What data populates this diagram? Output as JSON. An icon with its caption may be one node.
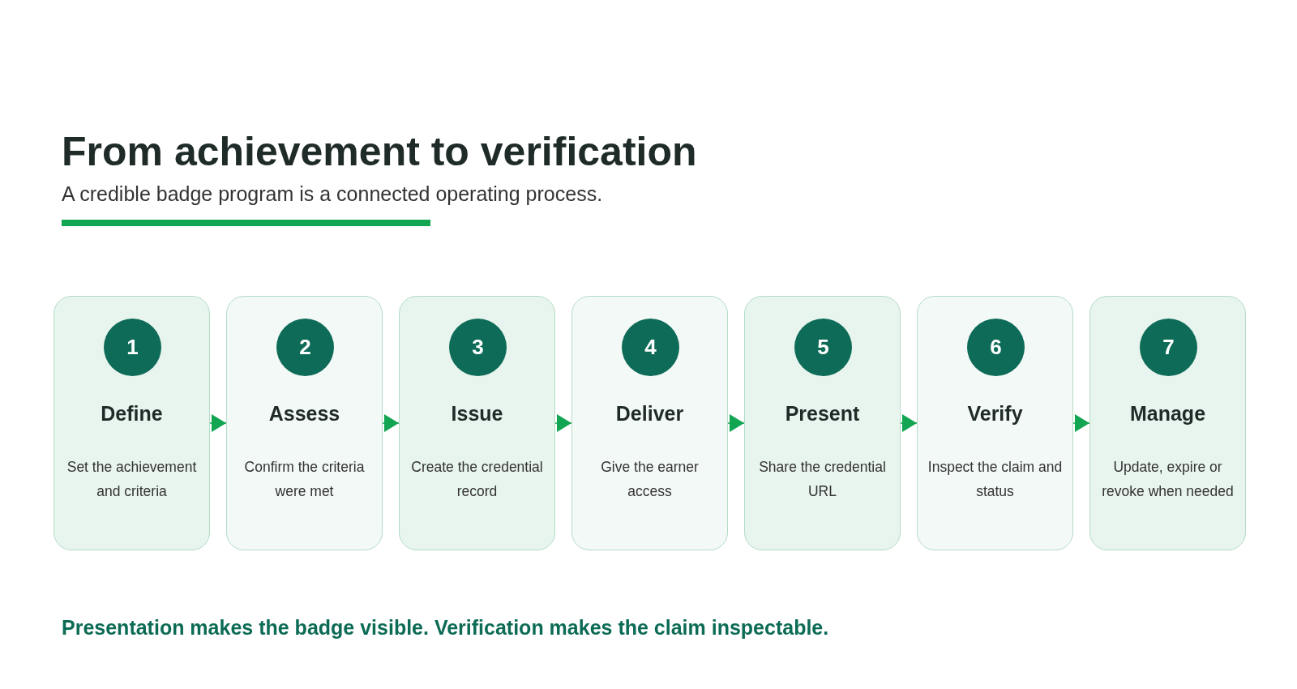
{
  "diagram": {
    "title": "From achievement to verification",
    "nodes": [
      {
        "text": [
          "Define",
          "Set the achievement and criteria"
        ]
      },
      {
        "text": [
          "1"
        ],
        "in": 0
      },
      {
        "text": [
          "Assess",
          "Confirm the criteria were met"
        ]
      },
      {
        "text": [
          "2"
        ],
        "in": 2
      },
      {
        "text": [
          "Issue",
          "Create the credential record"
        ]
      },
      {
        "text": [
          "3"
        ],
        "in": 4
      },
      {
        "text": [
          "Deliver",
          "Give the earner access"
        ]
      },
      {
        "text": [
          "4"
        ],
        "in": 6
      },
      {
        "text": [
          "Present",
          "Share the credential URL"
        ]
      },
      {
        "text": [
          "5"
        ],
        "in": 8
      },
      {
        "text": [
          "Verify",
          "Inspect the claim and status"
        ]
      },
      {
        "text": [
          "6"
        ],
        "in": 10
      },
      {
        "text": [
          "Manage",
          "Update, expire or revoke when needed"
        ]
      },
      {
        "text": [
          "7"
        ],
        "in": 12
      }
    ],
    "edges": [
      {
        "from": 0,
        "to": 2,
        "arrow": "to"
      },
      {
        "from": 2,
        "to": 4,
        "arrow": "to"
      },
      {
        "from": 4,
        "to": 6,
        "arrow": "to"
      },
      {
        "from": 6,
        "to": 8,
        "arrow": "to"
      },
      {
        "from": 8,
        "to": 10,
        "arrow": "to"
      },
      {
        "from": 10,
        "to": 12,
        "arrow": "to"
      }
    ],
    "labels": [
      "A credible badge program is a connected operating process.",
      "Presentation makes the badge visible. Verification makes the claim inspectable."
    ]
  }
}
